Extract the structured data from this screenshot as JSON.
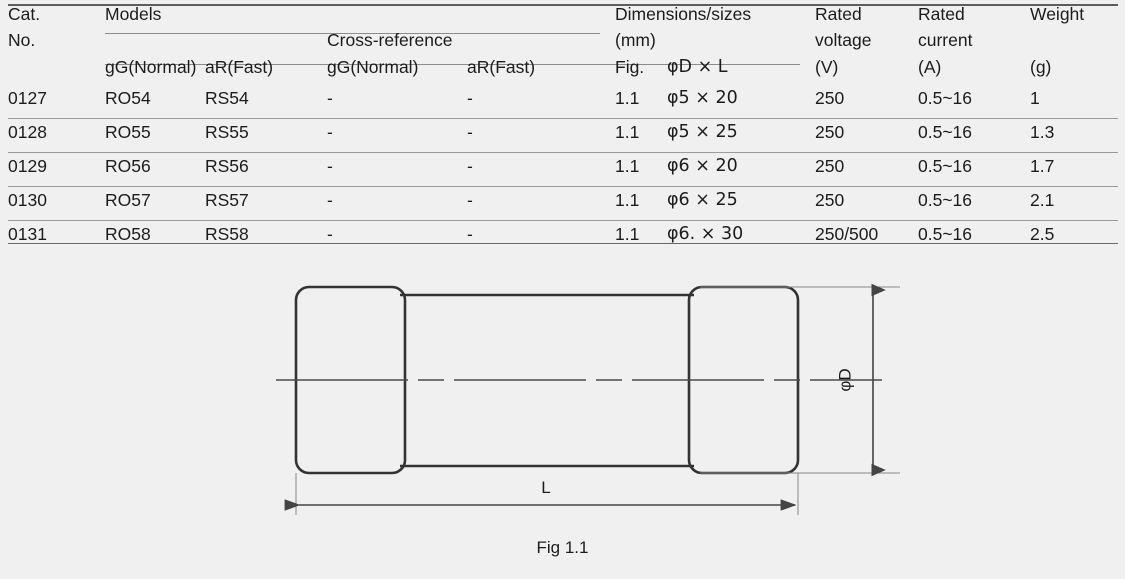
{
  "table": {
    "header": {
      "cat_no_line1": "Cat.",
      "cat_no_line2": "No.",
      "models_group": "Models",
      "cross_reference_group": "Cross-reference",
      "dimensions_group_line1": "Dimensions/sizes",
      "dimensions_group_line2": "(mm)",
      "models_gg": "gG(Normal)",
      "models_ar": "aR(Fast)",
      "xref_gg": "gG(Normal)",
      "xref_ar": "aR(Fast)",
      "fig": "Fig.",
      "dim_spec": "φD × L",
      "rated_voltage_line1": "Rated",
      "rated_voltage_line2": "voltage",
      "rated_voltage_unit": "(V)",
      "rated_current_line1": "Rated",
      "rated_current_line2": "current",
      "rated_current_unit": "(A)",
      "weight_line1": "Weight",
      "weight_unit": "(g)"
    },
    "rows": [
      {
        "cat_no": "0127",
        "models_gg": "RO54",
        "models_ar": "RS54",
        "xref_gg": "-",
        "xref_ar": "-",
        "fig": "1.1",
        "dim": "φ5 × 20",
        "rated_voltage": "250",
        "rated_current": "0.5~16",
        "weight": "1"
      },
      {
        "cat_no": "0128",
        "models_gg": "RO55",
        "models_ar": "RS55",
        "xref_gg": "-",
        "xref_ar": "-",
        "fig": "1.1",
        "dim": "φ5 × 25",
        "rated_voltage": "250",
        "rated_current": "0.5~16",
        "weight": "1.3"
      },
      {
        "cat_no": "0129",
        "models_gg": "RO56",
        "models_ar": "RS56",
        "xref_gg": "-",
        "xref_ar": "-",
        "fig": "1.1",
        "dim": "φ6 × 20",
        "rated_voltage": "250",
        "rated_current": "0.5~16",
        "weight": "1.7"
      },
      {
        "cat_no": "0130",
        "models_gg": "RO57",
        "models_ar": "RS57",
        "xref_gg": "-",
        "xref_ar": "-",
        "fig": "1.1",
        "dim": "φ6 × 25",
        "rated_voltage": "250",
        "rated_current": "0.5~16",
        "weight": "2.1"
      },
      {
        "cat_no": "0131",
        "models_gg": "RO58",
        "models_ar": "RS58",
        "xref_gg": "-",
        "xref_ar": "-",
        "fig": "1.1",
        "dim": "φ6. × 30",
        "rated_voltage": "250/500",
        "rated_current": "0.5~16",
        "weight": "2.5"
      }
    ]
  },
  "drawing": {
    "caption": "Fig 1.1",
    "length_label": "L",
    "diameter_label": "φD",
    "line_color": "#333333",
    "dim_line_color": "#555555",
    "background": "#f0f0f0"
  }
}
